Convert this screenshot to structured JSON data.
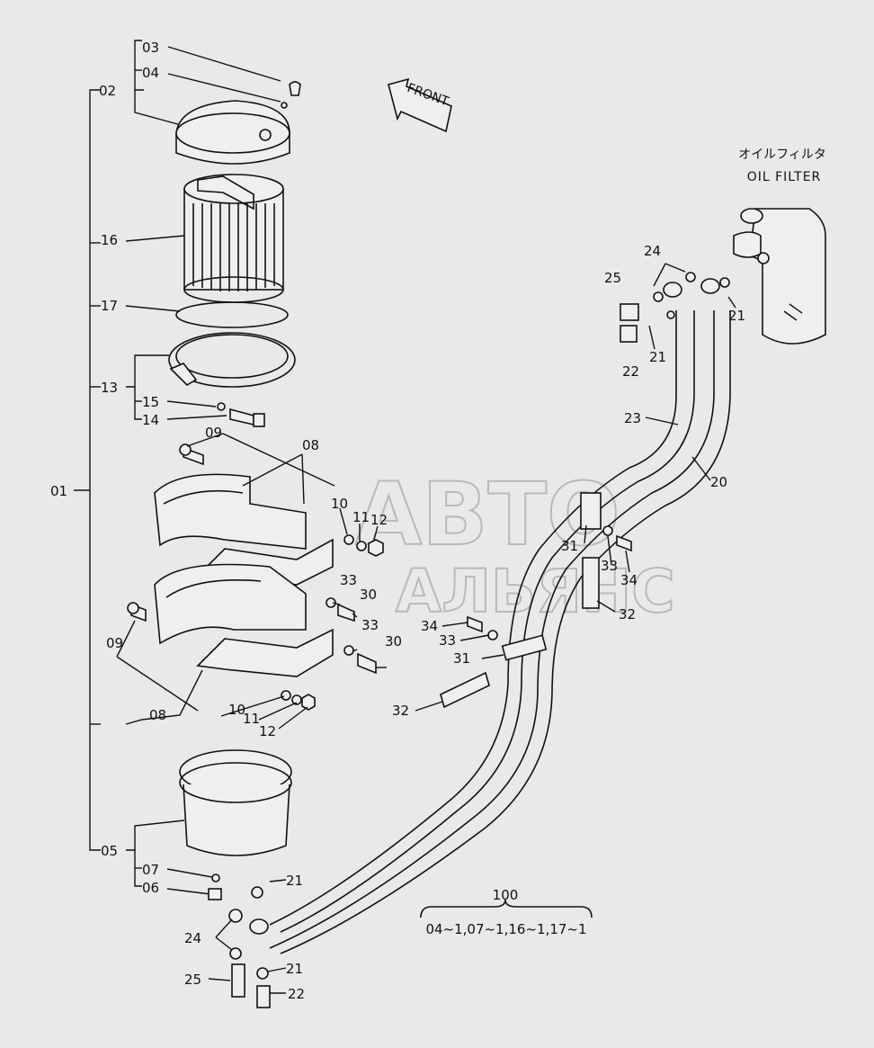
{
  "front_arrow_label": "FRONT",
  "oil_filter": {
    "label_jp": "オイルフィルタ",
    "label_en": "OIL FILTER"
  },
  "watermark": {
    "line1": "АВТО",
    "line2": "АЛЬЯНС"
  },
  "kit_note": {
    "number": "100",
    "contents": "04~1,07~1,16~1,17~1"
  },
  "callouts": {
    "p01": "01",
    "p02": "02",
    "p03": "03",
    "p04": "04",
    "p05": "05",
    "p06": "06",
    "p07": "07",
    "p08a": "08",
    "p08b": "08",
    "p09a": "09",
    "p09b": "09",
    "p10a": "10",
    "p10b": "10",
    "p11a": "11",
    "p11b": "11",
    "p12a": "12",
    "p12b": "12",
    "p13": "13",
    "p14": "14",
    "p15": "15",
    "p16": "16",
    "p17": "17",
    "p20": "20",
    "p21a": "21",
    "p21b": "21",
    "p21c": "21",
    "p21d": "21",
    "p22a": "22",
    "p22b": "22",
    "p23": "23",
    "p24a": "24",
    "p24b": "24",
    "p25a": "25",
    "p25b": "25",
    "p30a": "30",
    "p30b": "30",
    "p31a": "31",
    "p31b": "31",
    "p32a": "32",
    "p32b": "32",
    "p33a": "33",
    "p33b": "33",
    "p33c": "33",
    "p33d": "33",
    "p34a": "34",
    "p34b": "34"
  }
}
